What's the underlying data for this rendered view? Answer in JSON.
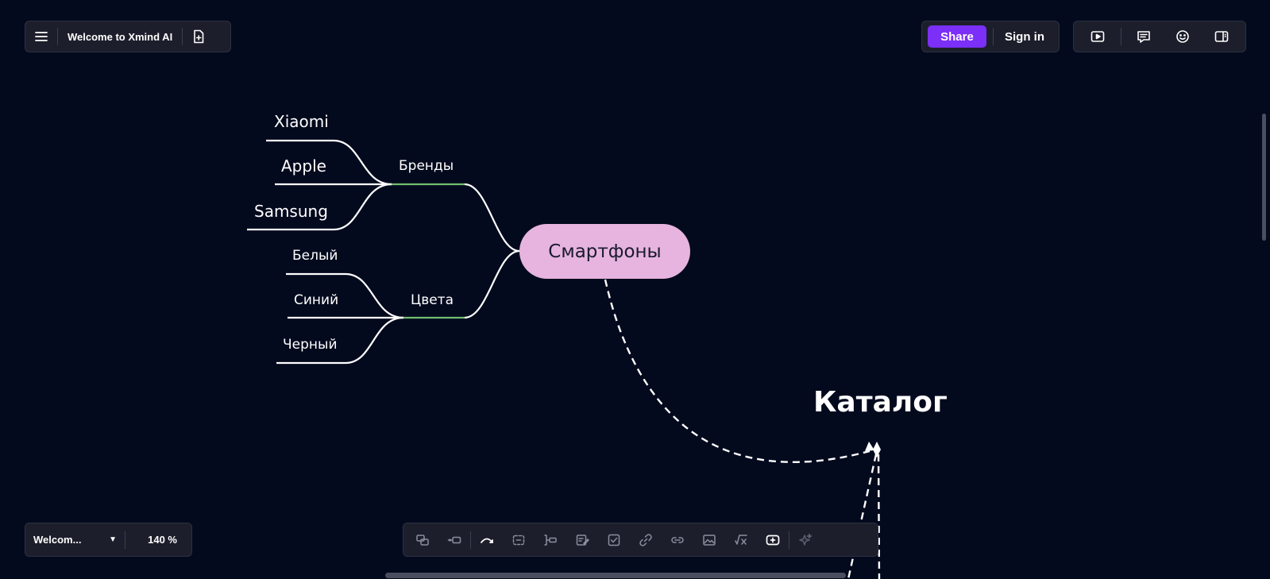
{
  "app": {
    "document_title": "Welcome to Xmind AI"
  },
  "top_left_toolbar": {
    "menu_icon": "hamburger-menu-icon",
    "new_file_icon": "new-file-plus-icon"
  },
  "top_right_toolbar": {
    "share_label": "Share",
    "signin_label": "Sign in",
    "share_color": "#7b2ff7",
    "icons": [
      "play-presentation-icon",
      "outline-view-icon",
      "emoji-sticker-icon",
      "side-panel-icon"
    ]
  },
  "bottom_left": {
    "sheet_name": "Welcom...",
    "zoom_level": "140 %"
  },
  "bottom_toolbar": {
    "icons": [
      "subtopic-icon",
      "topic-after-icon",
      "relationship-icon",
      "boundary-icon",
      "summary-icon",
      "note-icon",
      "task-checkbox-icon",
      "link-icon",
      "hyperlink-icon",
      "image-icon",
      "equation-icon",
      "add-topic-icon",
      "ai-sparkle-icon"
    ]
  },
  "mindmap": {
    "central_topic": "Смартфоны",
    "central_color": "#e6b4df",
    "floating_topic": "Каталог",
    "branches": [
      {
        "label": "Бренды",
        "children": [
          "Xiaomi",
          "Apple",
          "Samsung"
        ]
      },
      {
        "label": "Цвета",
        "children": [
          "Белый",
          "Синий",
          "Черный"
        ]
      }
    ]
  }
}
